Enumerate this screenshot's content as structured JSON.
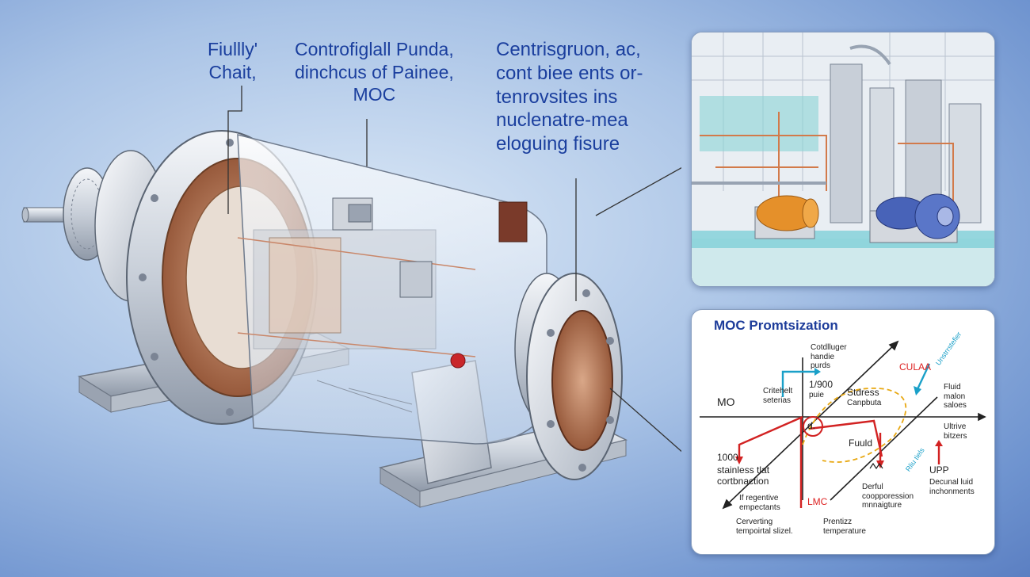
{
  "callouts": {
    "top_left": [
      "Fiullly'",
      "Chait,"
    ],
    "top_middle": [
      "Controfiglall Punda,",
      "dinchcus of Painee,",
      "MOC"
    ],
    "top_right": [
      "Centrisgruon, ac,",
      "cont biee ents or-",
      "tenrovsites ins",
      "nuclenatre-mea",
      "eloguing fisure"
    ]
  },
  "moc_panel": {
    "title": "MOC Promtsization",
    "labels": {
      "top_center": [
        "Cotdlluger",
        "handie",
        "purds"
      ],
      "ratio": [
        "1/900",
        "puie"
      ],
      "stdress": [
        "Stdress",
        "Canpbuta"
      ],
      "culaa": "CULAA",
      "diag_cyan": "Unstrrstefier",
      "fluid_right": [
        "Fluid",
        "malon",
        "saloes"
      ],
      "left_mo": "MO",
      "left_critical": [
        "Critehelt",
        "seterias"
      ],
      "ultrive": [
        "Ultrive",
        "bitzers"
      ],
      "d_mark": "d.",
      "fuuld": "Fuuld",
      "num_1000": "1000",
      "stainless": [
        "stainless tlat",
        "cortbnaction"
      ],
      "regentive": [
        "If regentive",
        "empectants"
      ],
      "lmc": "LMC",
      "derful": [
        "Derful",
        "coopporession",
        "mnnaigture"
      ],
      "upp": "UPP",
      "decunal": [
        "Decunal luid",
        "inchonments"
      ],
      "diag_cyan_2": "Rliu tiels",
      "converting": [
        "Cerverting",
        "tempoirtal slizel."
      ],
      "prentizz": [
        "Prentizz",
        "temperature"
      ]
    }
  },
  "colors": {
    "callout_text": "#1b3f9e",
    "title_blue": "#1d3c9a",
    "accent_red": "#d22222",
    "accent_cyan": "#1aa0c8",
    "accent_yellow": "#e8a812"
  },
  "icons": [
    "pump-illustration",
    "plant-illustration"
  ]
}
